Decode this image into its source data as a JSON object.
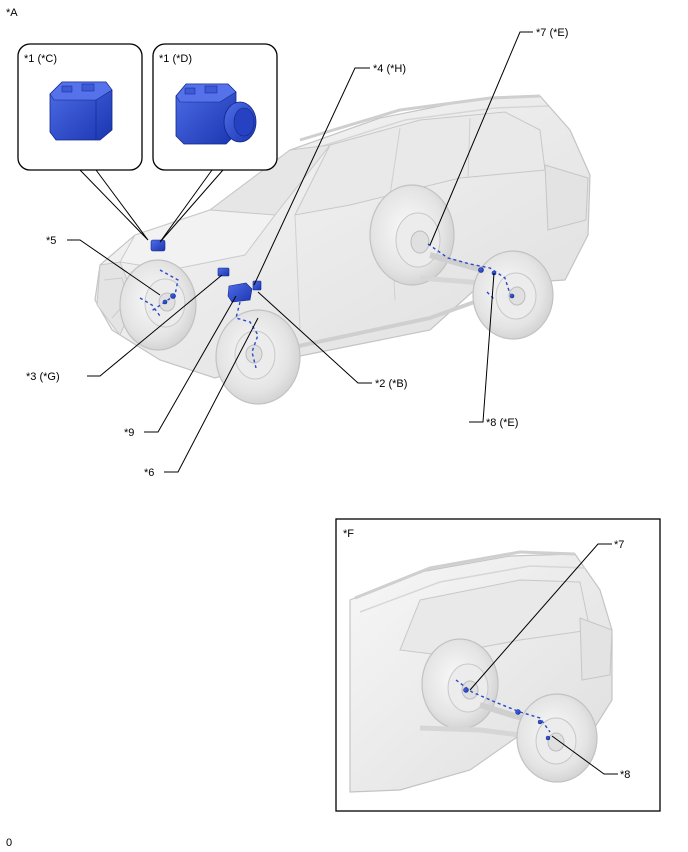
{
  "sheet_label": "*A",
  "footer_code": "0",
  "inset_c_label": "*1 (*C)",
  "inset_d_label": "*1 (*D)",
  "inset_f_label": "*F",
  "callouts": {
    "c1": "*5",
    "c2": "*3 (*G)",
    "c3": "*9",
    "c4": "*6",
    "c5": "*4 (*H)",
    "c6": "*2 (*B)",
    "c7": "*7 (*E)",
    "c8": "*8 (*E)",
    "c9": "*7",
    "c10": "*8"
  },
  "colors": {
    "part_blue": "#2a49c9",
    "part_blue_dark": "#12268a",
    "car_body": "#eeeeee",
    "car_line": "#c4c4c4"
  }
}
